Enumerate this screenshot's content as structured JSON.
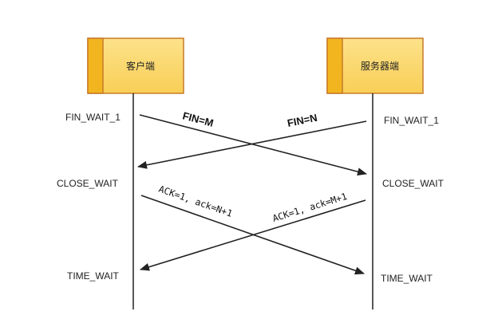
{
  "entities": {
    "client": "客户端",
    "server": "服务器端"
  },
  "states": {
    "client_fin_wait_1": "FIN_WAIT_1",
    "client_close_wait": "CLOSE_WAIT",
    "client_time_wait": "TIME_WAIT",
    "server_fin_wait_1": "FIN_WAIT_1",
    "server_close_wait": "CLOSE_WAIT",
    "server_time_wait": "TIME_WAIT"
  },
  "messages": {
    "client_fin": "FIN=M",
    "server_fin": "FIN=N",
    "client_ack": "ACK=1, ack=N+1",
    "server_ack": "ACK=1, ack=M+1"
  },
  "colors": {
    "box_fill": "#fbd96a",
    "box_border": "#c87a2a",
    "box_tab": "#f0b21f",
    "line": "#222222"
  }
}
